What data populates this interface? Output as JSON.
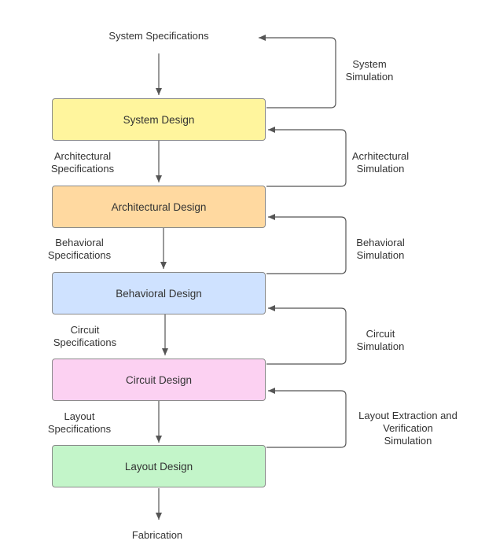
{
  "start_label": "System Specifications",
  "end_label": "Fabrication",
  "stages": [
    {
      "label": "System Design",
      "color": "#fff59d"
    },
    {
      "label": "Architectural Design",
      "color": "#ffd9a0"
    },
    {
      "label": "Behavioral Design",
      "color": "#cfe2ff"
    },
    {
      "label": "Circuit Design",
      "color": "#fcd1f2"
    },
    {
      "label": "Layout Design",
      "color": "#c3f5c9"
    }
  ],
  "specifications": [
    {
      "line1": "Architectural",
      "line2": "Specifications"
    },
    {
      "line1": "Behavioral",
      "line2": "Specifications"
    },
    {
      "line1": "Circuit",
      "line2": "Specifications"
    },
    {
      "line1": "Layout",
      "line2": "Specifications"
    }
  ],
  "simulations": [
    {
      "line1": "System",
      "line2": "Simulation",
      "line3": ""
    },
    {
      "line1": "Acrhitectural",
      "line2": "Simulation",
      "line3": ""
    },
    {
      "line1": "Behavioral",
      "line2": "Simulation",
      "line3": ""
    },
    {
      "line1": "Circuit",
      "line2": "Simulation",
      "line3": ""
    },
    {
      "line1": "Layout Extraction and",
      "line2": "Verification",
      "line3": "Simulation"
    }
  ],
  "colors": {
    "line": "#555555",
    "box_border": "#8a8a8a"
  }
}
